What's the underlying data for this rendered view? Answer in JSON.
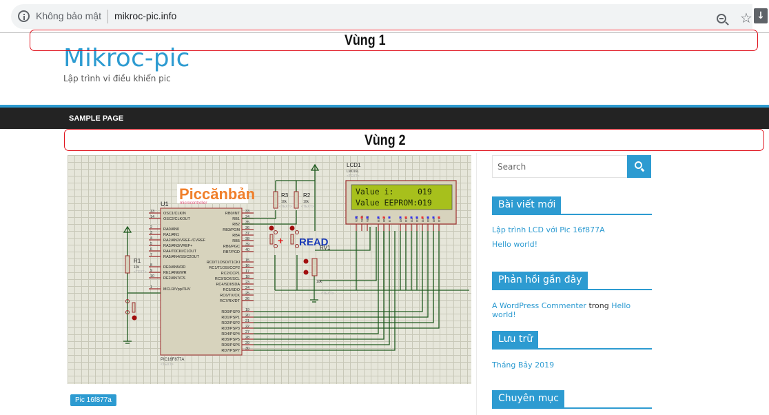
{
  "browser": {
    "security_label": "Không bảo mật",
    "url": "mikroc-pic.info",
    "icons": [
      "info-icon",
      "zoom-out-icon",
      "bookmark-star-icon",
      "download-icon"
    ]
  },
  "annotations": {
    "region1_label": "Vùng 1",
    "region2_label": "Vùng 2",
    "color": "#e0141e"
  },
  "site": {
    "title": "Mikroc-pic",
    "description": "Lập trình vi điều khiển pic",
    "accent_color": "#2d9bd1"
  },
  "nav": {
    "items": [
      {
        "label": "SAMPLE PAGE"
      }
    ]
  },
  "post": {
    "figure": {
      "logo_text": "Piccănbản",
      "logo_sub": "microcontroller",
      "mcu_ref": "U1",
      "mcu_part": "PIC16F877A",
      "mcu_text": "<TEXT>",
      "mcu_left_pins": [
        {
          "num": "13",
          "name": "OSC1/CLKIN"
        },
        {
          "num": "14",
          "name": "OSC2/CLKOUT"
        },
        {
          "num": "2",
          "name": "RA0/AN0"
        },
        {
          "num": "3",
          "name": "RA1/AN1"
        },
        {
          "num": "4",
          "name": "RA2/AN2/VREF-/CVREF"
        },
        {
          "num": "5",
          "name": "RA3/AN3/VREF+"
        },
        {
          "num": "6",
          "name": "RA4/T0CKI/C1OUT"
        },
        {
          "num": "7",
          "name": "RA5/AN4/SS/C2OUT"
        },
        {
          "num": "8",
          "name": "RE0/AN5/RD"
        },
        {
          "num": "9",
          "name": "RE1/AN6/WR"
        },
        {
          "num": "10",
          "name": "RE2/AN7/CS"
        },
        {
          "num": "1",
          "name": "MCLR/Vpp/THV"
        }
      ],
      "mcu_right_pins": [
        {
          "num": "33",
          "name": "RB0/INT"
        },
        {
          "num": "34",
          "name": "RB1"
        },
        {
          "num": "35",
          "name": "RB2"
        },
        {
          "num": "36",
          "name": "RB3/PGM"
        },
        {
          "num": "37",
          "name": "RB4"
        },
        {
          "num": "38",
          "name": "RB5"
        },
        {
          "num": "39",
          "name": "RB6/PGC"
        },
        {
          "num": "40",
          "name": "RB7/PGD"
        },
        {
          "num": "15",
          "name": "RC0/T1OSO/T1CKI"
        },
        {
          "num": "16",
          "name": "RC1/T1OSI/CCP2"
        },
        {
          "num": "17",
          "name": "RC2/CCP1"
        },
        {
          "num": "18",
          "name": "RC3/SCK/SCL"
        },
        {
          "num": "23",
          "name": "RC4/SDI/SDA"
        },
        {
          "num": "24",
          "name": "RC5/SDO"
        },
        {
          "num": "25",
          "name": "RC6/TX/CK"
        },
        {
          "num": "26",
          "name": "RC7/RX/DT"
        },
        {
          "num": "19",
          "name": "RD0/PSP0"
        },
        {
          "num": "20",
          "name": "RD1/PSP1"
        },
        {
          "num": "21",
          "name": "RD2/PSP2"
        },
        {
          "num": "22",
          "name": "RD3/PSP3"
        },
        {
          "num": "27",
          "name": "RD4/PSP4"
        },
        {
          "num": "28",
          "name": "RD5/PSP5"
        },
        {
          "num": "29",
          "name": "RD6/PSP6"
        },
        {
          "num": "30",
          "name": "RD7/PSP7"
        }
      ],
      "r1": {
        "ref": "R1",
        "value": "10k",
        "text": "<TEXT>"
      },
      "r2": {
        "ref": "R2",
        "value": "10k",
        "text": "<TEXT>"
      },
      "r3": {
        "ref": "R3",
        "value": "10k",
        "text": "<TEXT>"
      },
      "rv1": {
        "ref": "RV1",
        "value": "10k",
        "text": "<TEXT>"
      },
      "plus_label": "+",
      "read_label": "READ",
      "lcd": {
        "ref": "LCD1",
        "part": "LM016L",
        "text": "<TEXT>",
        "line1": "Value i:     019",
        "line2": "Value EEPROM:019",
        "pins": [
          "VSS",
          "VDD",
          "VEE",
          "RS",
          "RW",
          "E",
          "D0",
          "D1",
          "D2",
          "D3",
          "D4",
          "D5",
          "D6",
          "D7"
        ]
      }
    },
    "tag": "Pic 16f877a"
  },
  "sidebar": {
    "search_placeholder": "Search",
    "widgets": [
      {
        "title": "Bài viết mới",
        "links": [
          "Lập trình LCD với Pic 16f877A",
          "Hello world!"
        ]
      },
      {
        "title": "Phản hồi gần đây",
        "comment": {
          "author": "A WordPress Commenter",
          "joiner": "trong",
          "post": "Hello world!"
        }
      },
      {
        "title": "Lưu trữ",
        "links": [
          "Tháng Bảy 2019"
        ]
      },
      {
        "title": "Chuyên mục"
      }
    ]
  }
}
